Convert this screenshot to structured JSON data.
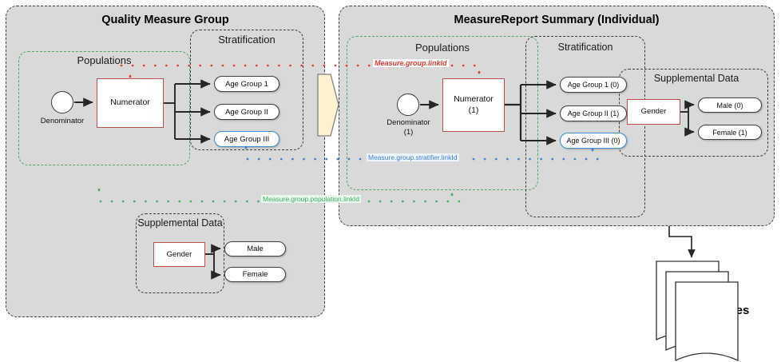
{
  "diagram": {
    "title_left": "Quality Measure Group",
    "title_right": "MeasureReport Summary (Individual)",
    "colors": {
      "panel_fill": "#d9d9d9",
      "panel_border": "#404040",
      "accent_red": "#c0504d",
      "accent_blue": "#3c90d8",
      "accent_green": "#4ea862",
      "chevron_fill": "#fdf2d0",
      "linkid_red": "#e03b34",
      "linkid_blue": "#3c7fd0",
      "linkid_green": "#3fae63"
    }
  },
  "left_panel": {
    "title": "Quality Measure Group",
    "populations": {
      "title": "Populations",
      "denominator": "Denominator",
      "numerator": "Numerator"
    },
    "stratification": {
      "title": "Stratification",
      "items": [
        {
          "label": "Age Group 1",
          "accent": "dark"
        },
        {
          "label": "Age Group II",
          "accent": "dark"
        },
        {
          "label": "Age Group III",
          "accent": "blue"
        }
      ]
    },
    "supplemental": {
      "title": "Supplemental Data",
      "source": "Gender",
      "items": [
        {
          "label": "Male"
        },
        {
          "label": "Female"
        }
      ]
    }
  },
  "right_panel": {
    "title": "MeasureReport Summary (Individual)",
    "populations": {
      "title": "Populations",
      "denominator_line1": "Denominator",
      "denominator_line2": "(1)",
      "numerator_line1": "Numerator",
      "numerator_line2": "(1)"
    },
    "stratification": {
      "title": "Stratification",
      "items": [
        {
          "label": "Age Group 1 (0)",
          "accent": "dark"
        },
        {
          "label": "Age Group II (1)",
          "accent": "dark"
        },
        {
          "label": "Age Group III (0)",
          "accent": "blue"
        }
      ]
    },
    "supplemental": {
      "title": "Supplemental Data",
      "source": "Gender",
      "items": [
        {
          "label": "Male (0)"
        },
        {
          "label": "Female (1)"
        }
      ]
    }
  },
  "link_labels": {
    "group": "Measure.group.linkId",
    "stratifier": "Measure.group.stratifier.linkId",
    "population": "Measure.group.population.linkId"
  },
  "resources": {
    "label": "Resources"
  }
}
